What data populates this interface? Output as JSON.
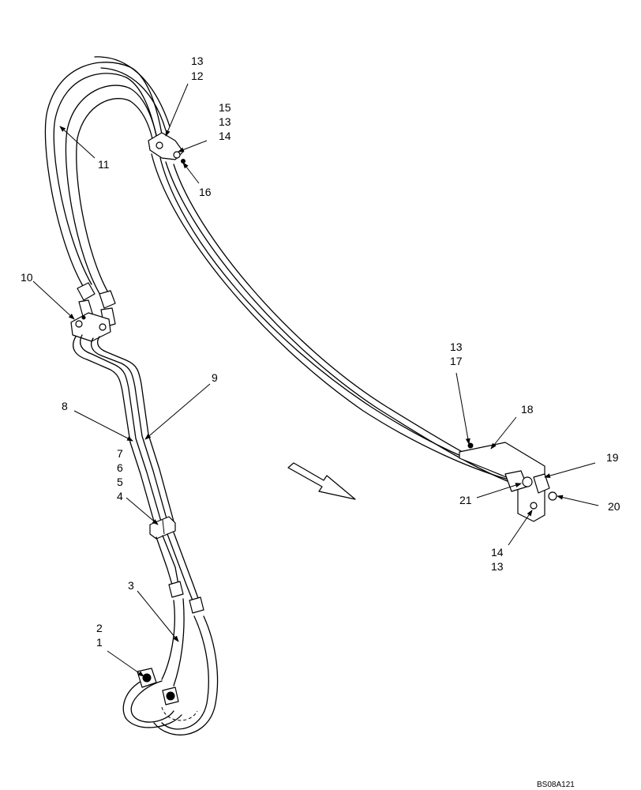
{
  "diagram": {
    "drawing_code": "BS08A121",
    "callouts": [
      {
        "id": "c13a",
        "text": "13"
      },
      {
        "id": "c12",
        "text": "12"
      },
      {
        "id": "c15",
        "text": "15"
      },
      {
        "id": "c13b",
        "text": "13"
      },
      {
        "id": "c14a",
        "text": "14"
      },
      {
        "id": "c11",
        "text": "11"
      },
      {
        "id": "c16",
        "text": "16"
      },
      {
        "id": "c10",
        "text": "10"
      },
      {
        "id": "c9",
        "text": "9"
      },
      {
        "id": "c8",
        "text": "8"
      },
      {
        "id": "c7",
        "text": "7"
      },
      {
        "id": "c6",
        "text": "6"
      },
      {
        "id": "c5",
        "text": "5"
      },
      {
        "id": "c4",
        "text": "4"
      },
      {
        "id": "c3",
        "text": "3"
      },
      {
        "id": "c2",
        "text": "2"
      },
      {
        "id": "c1",
        "text": "1"
      },
      {
        "id": "c13c",
        "text": "13"
      },
      {
        "id": "c17",
        "text": "17"
      },
      {
        "id": "c18",
        "text": "18"
      },
      {
        "id": "c19",
        "text": "19"
      },
      {
        "id": "c21",
        "text": "21"
      },
      {
        "id": "c20",
        "text": "20"
      },
      {
        "id": "c14b",
        "text": "14"
      },
      {
        "id": "c13d",
        "text": "13"
      }
    ]
  }
}
